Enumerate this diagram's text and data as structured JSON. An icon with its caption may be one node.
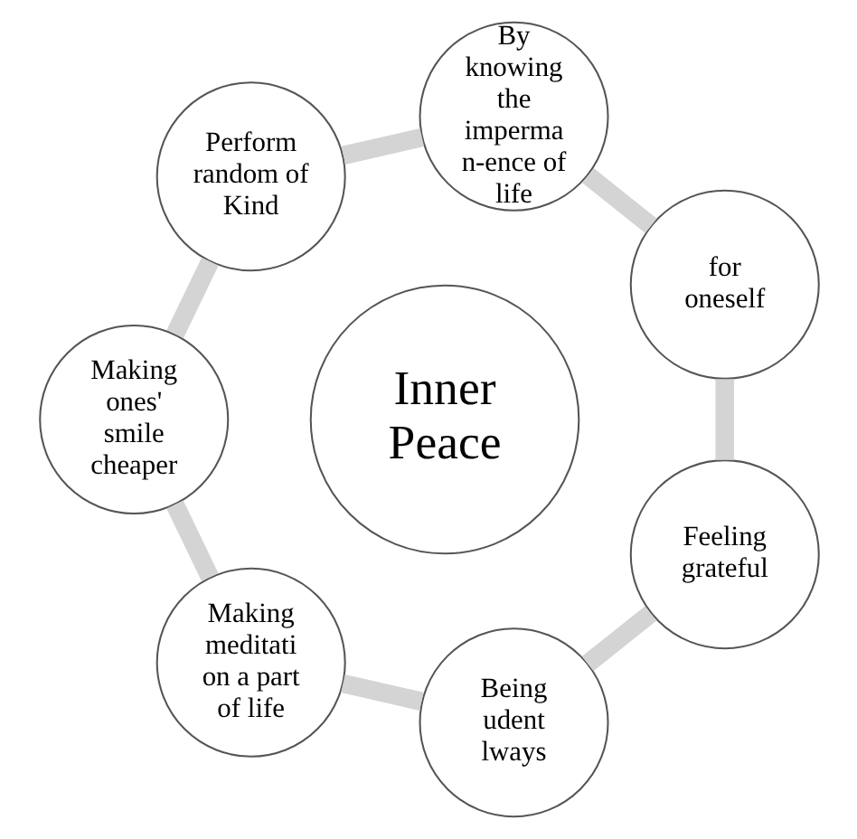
{
  "diagram": {
    "nodes": [
      {
        "text": [
          "for oneself"
        ]
      },
      {
        "text": [
          "Feeling grateful"
        ]
      },
      {
        "text": [
          "By knowing the imperma n-ence of life"
        ]
      },
      {
        "text": [
          "Inner Peace"
        ]
      },
      {
        "text": [
          "Being udent lways"
        ]
      },
      {
        "text": [
          "Perform random of Kind"
        ]
      },
      {
        "text": [
          "Making meditati on a part of life"
        ]
      },
      {
        "text": [
          "Making ones' smile cheaper"
        ]
      }
    ],
    "edges": [
      {
        "from": 0,
        "to": 2,
        "arrow": "none"
      },
      {
        "from": 2,
        "to": 5,
        "arrow": "none"
      },
      {
        "from": 5,
        "to": 7,
        "arrow": "none"
      },
      {
        "from": 7,
        "to": 6,
        "arrow": "none"
      },
      {
        "from": 6,
        "to": 4,
        "arrow": "none"
      },
      {
        "from": 4,
        "to": 1,
        "arrow": "none"
      },
      {
        "from": 1,
        "to": 0,
        "arrow": "none"
      }
    ]
  }
}
